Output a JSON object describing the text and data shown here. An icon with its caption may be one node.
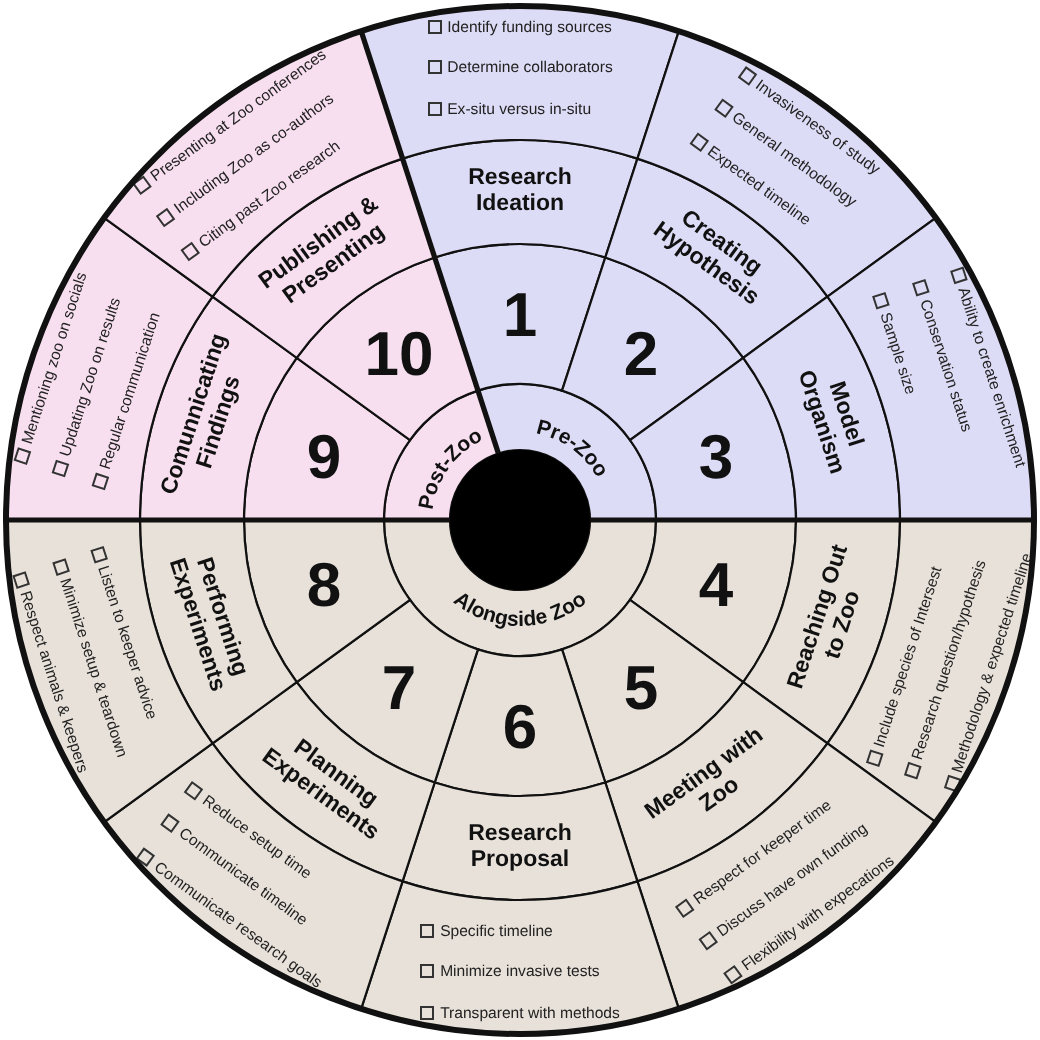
{
  "diagram": {
    "nodes": [
      {
        "text": [
          "Pre-Zoo"
        ]
      },
      {
        "text": [
          "Alongside Zoo"
        ]
      },
      {
        "text": [
          "Post-Zoo"
        ]
      },
      {
        "text": [
          "1"
        ]
      },
      {
        "text": [
          "Research Ideation"
        ]
      },
      {
        "text": [
          "Identify funding sources",
          "Determine collaborators",
          "Ex-situ versus in-situ"
        ]
      },
      {
        "text": [
          "2"
        ]
      },
      {
        "text": [
          "Creating Hypothesis"
        ]
      },
      {
        "text": [
          "Invasiveness of study",
          "General methodology",
          "Expected timeline"
        ]
      },
      {
        "text": [
          "3"
        ]
      },
      {
        "text": [
          "Model Organism"
        ]
      },
      {
        "text": [
          "Ability to create enrichment",
          "Conservation status",
          "Sample size"
        ]
      },
      {
        "text": [
          "4"
        ]
      },
      {
        "text": [
          "Reaching Out to Zoo"
        ]
      },
      {
        "text": [
          "Include species of Intersest",
          "Research question/hypothesis",
          "Methodology & expected timeline"
        ]
      },
      {
        "text": [
          "5"
        ]
      },
      {
        "text": [
          "Meeting with Zoo"
        ]
      },
      {
        "text": [
          "Respect for keeper time",
          "Discuss have own funding",
          "Flexibility with expecations"
        ]
      },
      {
        "text": [
          "6"
        ]
      },
      {
        "text": [
          "Research Proposal"
        ]
      },
      {
        "text": [
          "Specific timeline",
          "Minimize invasive tests",
          "Transparent with methods"
        ]
      },
      {
        "text": [
          "7"
        ]
      },
      {
        "text": [
          "Planning Experiments"
        ]
      },
      {
        "text": [
          "Reduce setup time",
          "Communicate timeline",
          "Communicate research goals"
        ]
      },
      {
        "text": [
          "8"
        ]
      },
      {
        "text": [
          "Performing Experiments"
        ]
      },
      {
        "text": [
          "Listen to keeper advice",
          "Minimize setup & teardown",
          "Respect animals & keepers"
        ]
      },
      {
        "text": [
          "9"
        ]
      },
      {
        "text": [
          "Comunnicating Findings"
        ]
      },
      {
        "text": [
          "Mentioning zoo on socials",
          "Updating Zoo on results",
          "Regular communication"
        ]
      },
      {
        "text": [
          "10"
        ]
      },
      {
        "text": [
          "Publishing & Presenting"
        ]
      },
      {
        "text": [
          "Presenting at Zoo conferences",
          "Including Zoo as co-authors",
          "Citing past Zoo research"
        ]
      }
    ]
  }
}
